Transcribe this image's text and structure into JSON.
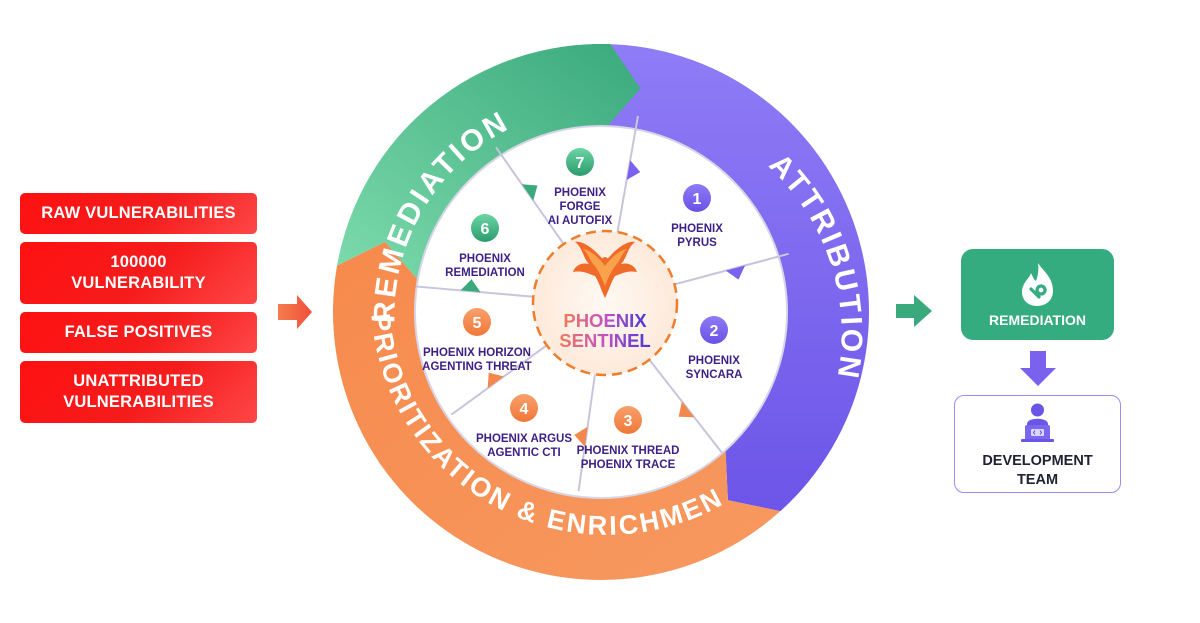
{
  "inputs": {
    "items": [
      {
        "lines": [
          "RAW VULNERABILITIES"
        ]
      },
      {
        "lines": [
          "100000",
          "VULNERABILITY"
        ]
      },
      {
        "lines": [
          "FALSE POSITIVES"
        ]
      },
      {
        "lines": [
          "UNATTRIBUTED",
          "VULNERABILITIES"
        ]
      }
    ]
  },
  "ring": {
    "remediation": "REMEDIATION",
    "attribution": "ATTRIBUTION",
    "prioritization": "PRIORITIZATION & ENRICHMENT"
  },
  "center": {
    "line1": "PHOENIX",
    "line2": "SENTINEL",
    "logo_icon": "phoenix-bird-icon"
  },
  "segments": [
    {
      "number": "1",
      "lines": [
        "PHOENIX",
        "PYRUS"
      ],
      "color": "#7b62ee"
    },
    {
      "number": "2",
      "lines": [
        "PHOENIX",
        "SYNCARA"
      ],
      "color": "#7b62ee"
    },
    {
      "number": "3",
      "lines": [
        "PHOENIX THREAD",
        "PHOENIX TRACE"
      ],
      "color": "#f4874b"
    },
    {
      "number": "4",
      "lines": [
        "PHOENIX ARGUS",
        "AGENTIC CTI"
      ],
      "color": "#f4874b"
    },
    {
      "number": "5",
      "lines": [
        "PHOENIX HORIZON",
        "AGENTING THREAT"
      ],
      "color": "#f4874b"
    },
    {
      "number": "6",
      "lines": [
        "PHOENIX",
        "REMEDIATION"
      ],
      "color": "#3aa97c"
    },
    {
      "number": "7",
      "lines": [
        "PHOENIX",
        "FORGE",
        "AI AUTOFIX"
      ],
      "color": "#3aa97c"
    }
  ],
  "outputs": {
    "remediation": {
      "label": "REMEDIATION",
      "icon": "fire-wrench-icon"
    },
    "development_team": {
      "lines": [
        "DEVELOPMENT",
        "TEAM"
      ],
      "icon": "developer-laptop-icon"
    }
  },
  "colors": {
    "red": "#f51c1c",
    "green": "#3aa97c",
    "purple": "#7b62ee",
    "orange": "#f4874b",
    "text_dark_purple": "#3d1f86"
  }
}
